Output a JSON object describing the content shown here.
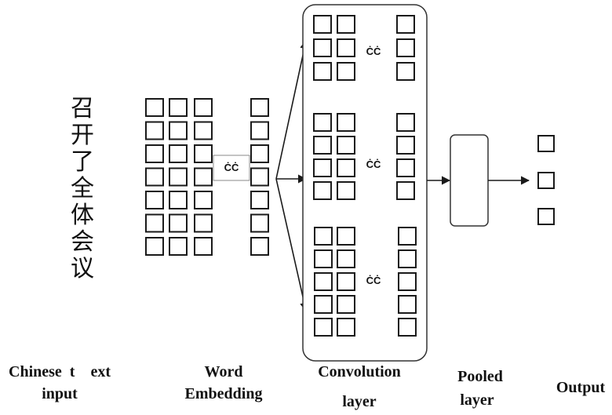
{
  "input_text": [
    "召",
    "开",
    "了",
    "全",
    "体",
    "会",
    "议"
  ],
  "ellipsis": "ĊĊ",
  "labels": {
    "chinese_text_input": [
      "Chinese  t    ext",
      "input"
    ],
    "word_embedding": [
      "Word",
      "Embedding"
    ],
    "convolution_layer": [
      "Convolution",
      "layer"
    ],
    "pooled_layer": [
      "Pooled",
      "layer"
    ],
    "output": [
      "Output"
    ]
  }
}
